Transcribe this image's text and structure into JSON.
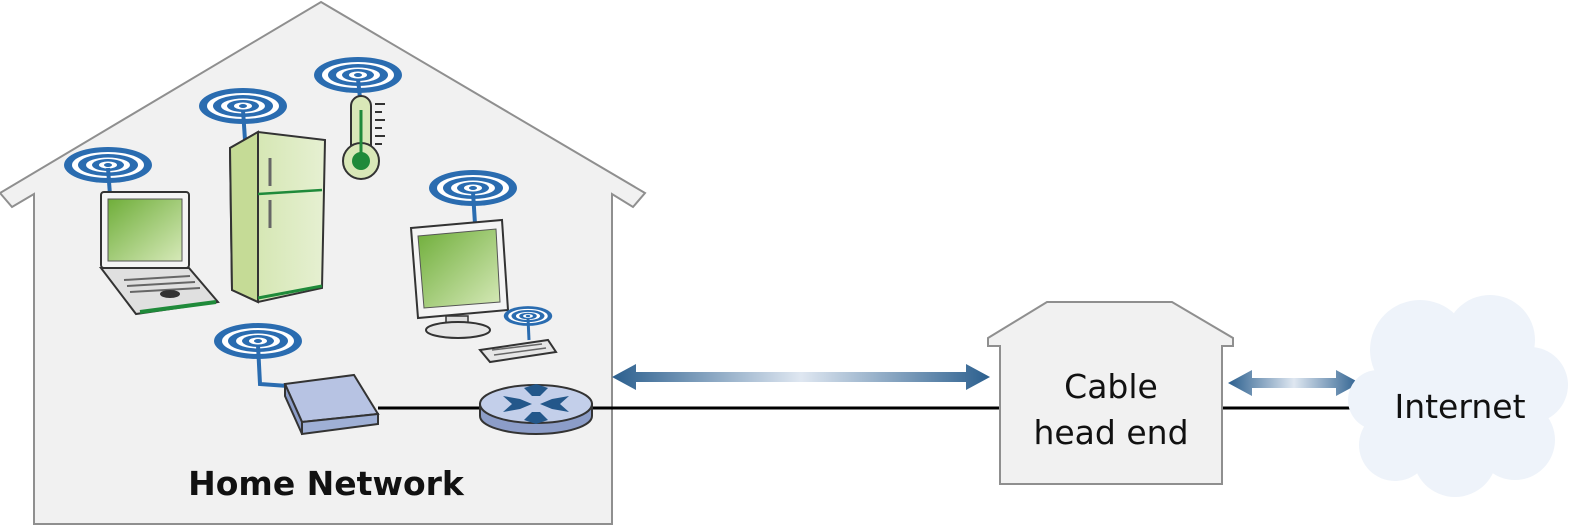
{
  "labels": {
    "home_network": "Home Network",
    "cable_head_end_line1": "Cable",
    "cable_head_end_line2": "head end",
    "internet": "Internet"
  },
  "colors": {
    "house_fill": "#f1f1f1",
    "house_stroke": "#8f8f8f",
    "device_green": "#8bbf4f",
    "device_green_dark": "#1f8a3a",
    "arrow_blue": "#2b5f8e",
    "radio_wave_blue": "#2a6cb0",
    "modem_blue": "#9fb0d6",
    "router_blue": "#a8b8dc",
    "cloud_fill": "#eef3fa",
    "wire": "#000000"
  },
  "icons": [
    "house-icon",
    "laptop-icon",
    "refrigerator-icon",
    "thermometer-icon",
    "desktop-computer-icon",
    "keyboard-icon",
    "cable-modem-icon",
    "router-icon",
    "wireless-signal-icon",
    "cloud-icon",
    "double-arrow-icon"
  ]
}
